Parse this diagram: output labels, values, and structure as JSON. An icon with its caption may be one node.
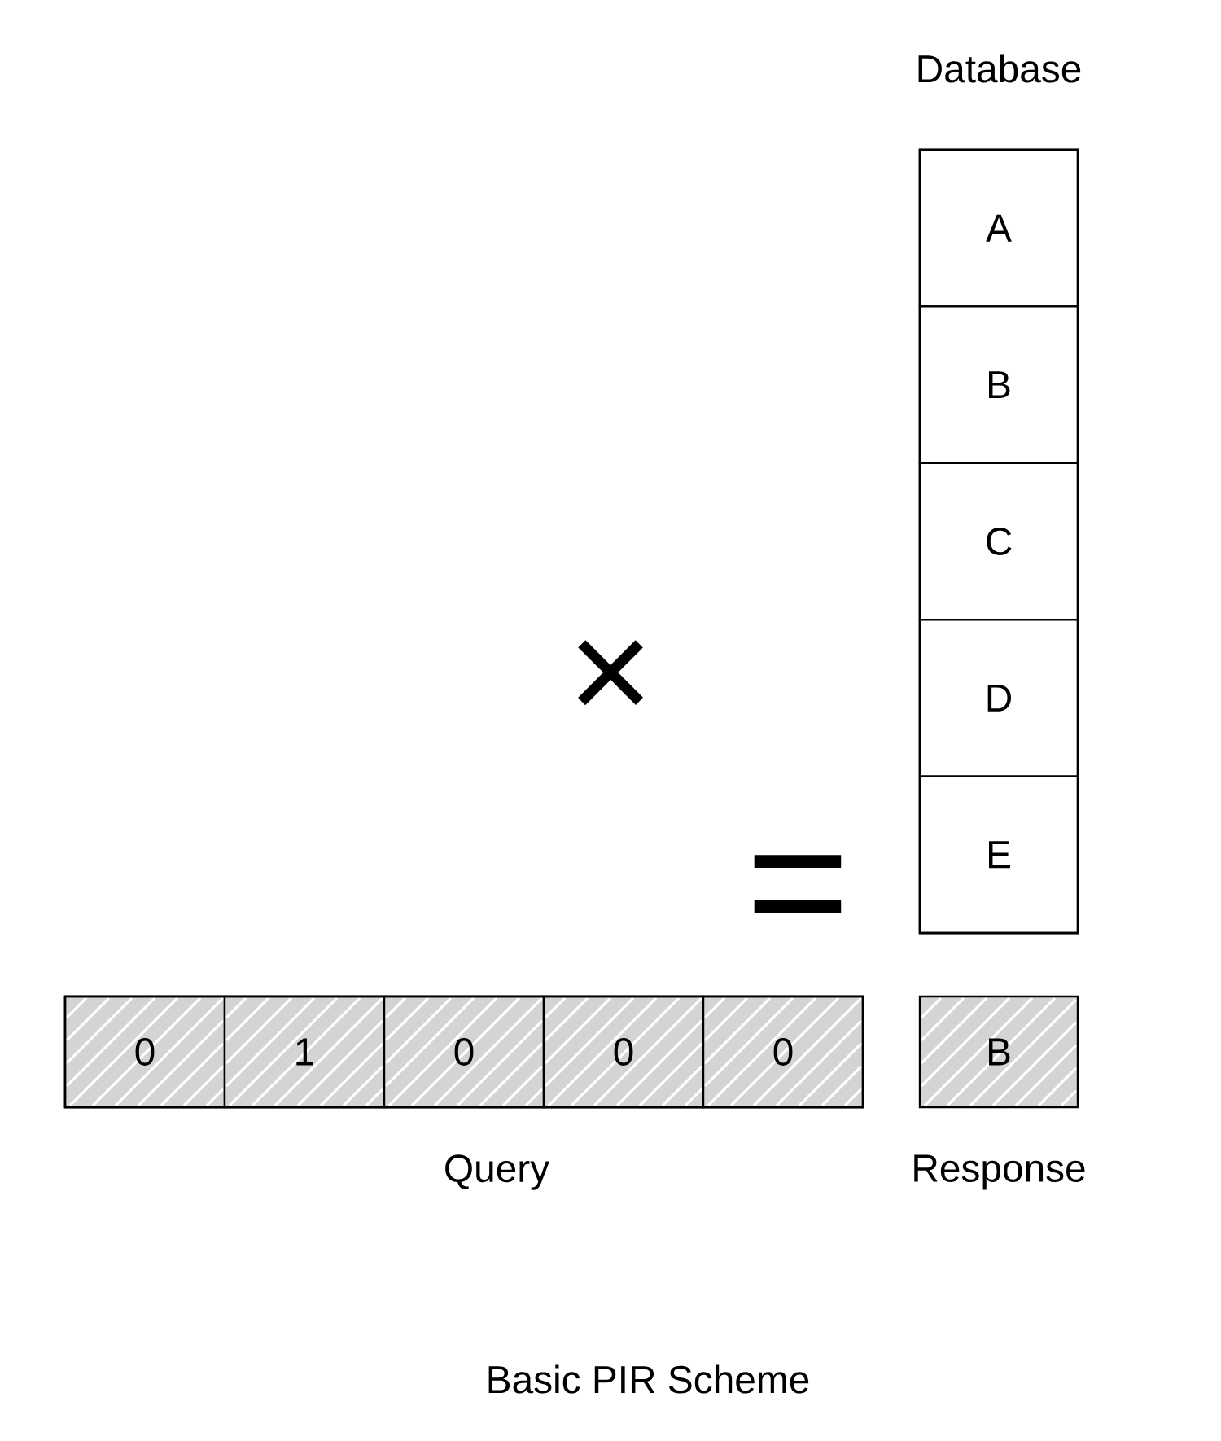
{
  "diagram": {
    "caption": "Basic PIR Scheme",
    "nodes": [
      {
        "text": [
          "Database"
        ]
      },
      {
        "text": [
          "A"
        ],
        "in": 0
      },
      {
        "text": [
          "B"
        ],
        "in": 0
      },
      {
        "text": [
          "C"
        ],
        "in": 0
      },
      {
        "text": [
          "D"
        ],
        "in": 0
      },
      {
        "text": [
          "E"
        ],
        "in": 0
      },
      {
        "text": [
          "Query"
        ]
      },
      {
        "text": [
          "0"
        ],
        "in": 6
      },
      {
        "text": [
          "1"
        ],
        "in": 6
      },
      {
        "text": [
          "0"
        ],
        "in": 6
      },
      {
        "text": [
          "0"
        ],
        "in": 6
      },
      {
        "text": [
          "0"
        ],
        "in": 6
      },
      {
        "text": [
          "B",
          "Response"
        ]
      }
    ],
    "labels": [
      "×",
      "="
    ]
  }
}
